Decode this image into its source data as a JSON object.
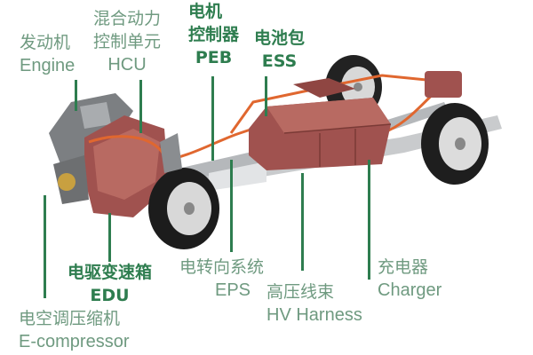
{
  "labels": {
    "engine": {
      "zh": "发动机",
      "en": "Engine"
    },
    "hcu": {
      "zh1": "混合动力",
      "zh2": "控制单元",
      "en": "HCU"
    },
    "peb": {
      "zh1": "电机",
      "zh2": "控制器",
      "en": "PEB"
    },
    "ess": {
      "zh": "电池包",
      "en": "ESS"
    },
    "edu": {
      "zh": "电驱变速箱",
      "en": "EDU"
    },
    "ecompressor": {
      "zh": "电空调压缩机",
      "en": "E-compressor"
    },
    "eps": {
      "zh": "电转向系统",
      "en": "EPS"
    },
    "harness": {
      "zh": "高压线束",
      "en": "HV Harness"
    },
    "charger": {
      "zh": "充电器",
      "en": "Charger"
    }
  },
  "colors": {
    "label": "#6f9a80",
    "label_bold": "#2e7d4f",
    "leader": "#2e7d4f",
    "battery": "#a0524f"
  }
}
